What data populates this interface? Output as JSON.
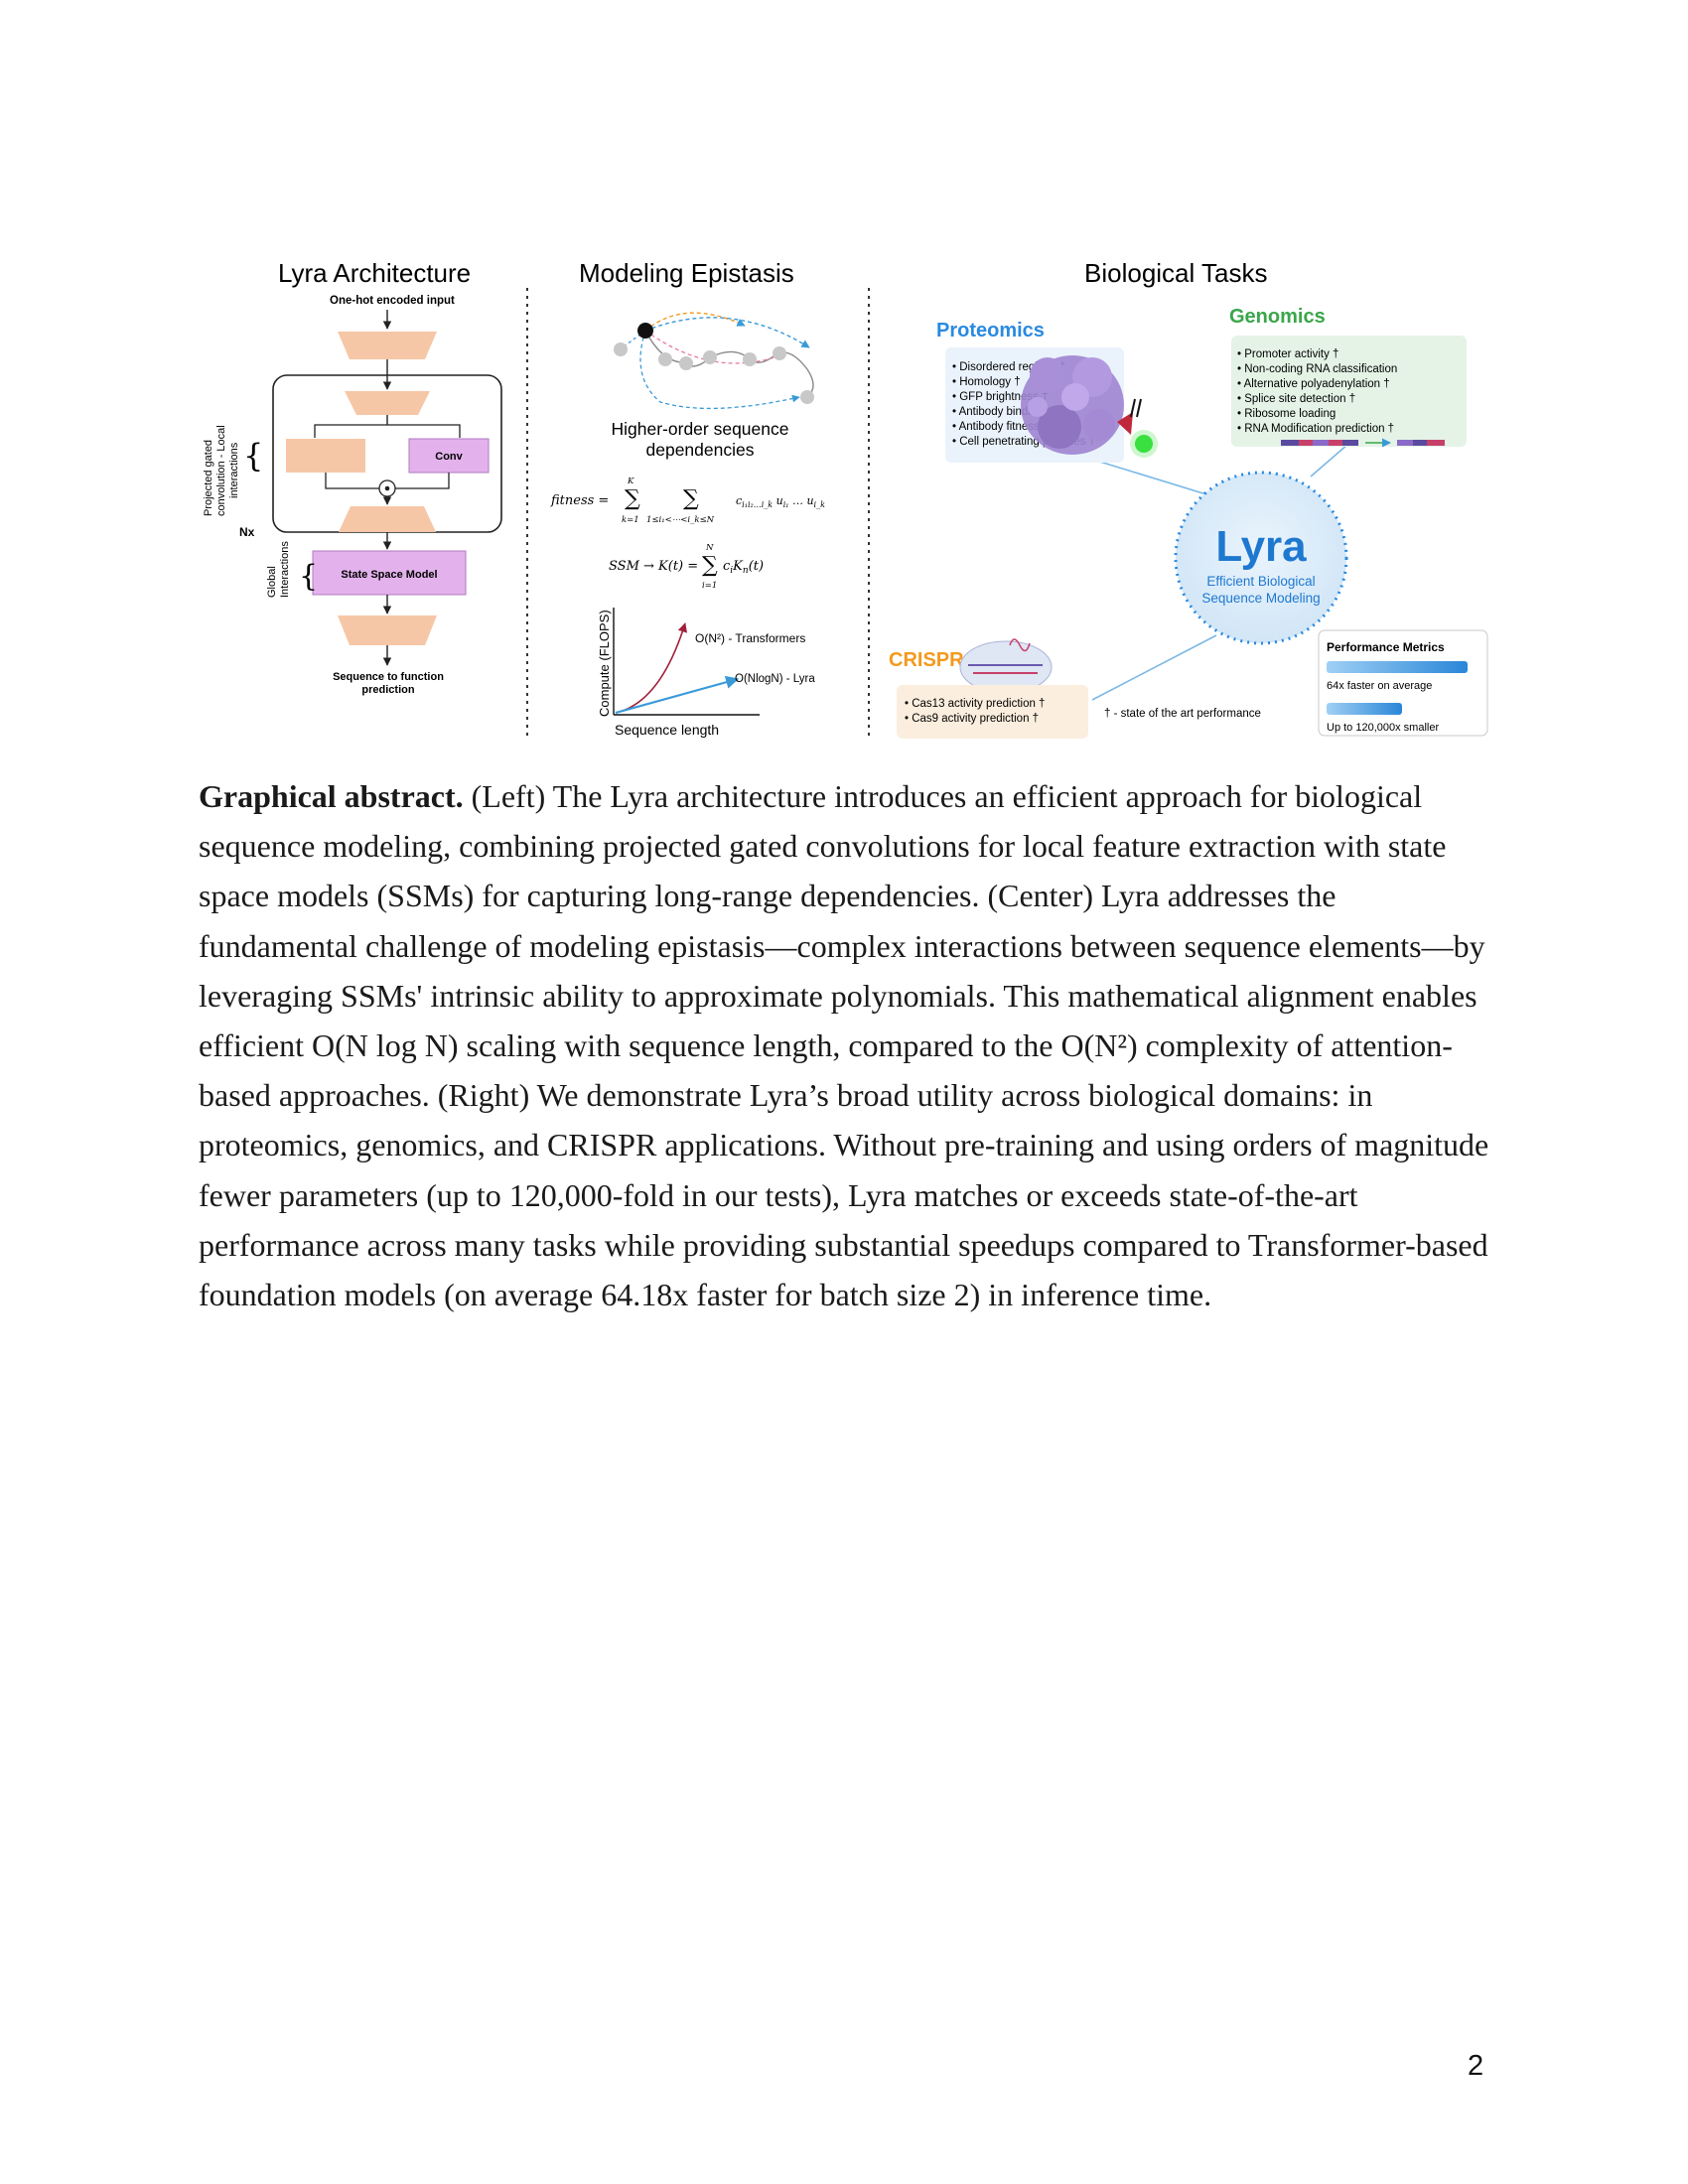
{
  "figure": {
    "architecture": {
      "title": "Lyra Architecture",
      "input": "One-hot encoded input",
      "conv": "Conv",
      "pgc_label_1": "Projected gated",
      "pgc_label_2": "convolution - Local",
      "pgc_label_3": "interactions",
      "nx": "Nx",
      "global_label_1": "Global",
      "global_label_2": "Interactions",
      "ssm": "State Space Model",
      "output_1": "Sequence to function",
      "output_2": "prediction"
    },
    "epistasis": {
      "title": "Modeling Epistasis",
      "hos_1": "Higher-order sequence",
      "hos_2": "dependencies",
      "eq_fitness": "fitness = Σ_{k=1}^{K} Σ_{1≤i₁<⋯<i_k≤N} c_{i₁i₂…i_k} u_{i₁} … u_{i_k}",
      "eq_ssm": "SSM → K(t) = Σ_{i=1}^{N} c_i K_n(t)",
      "y_axis": "Compute (FLOPS)",
      "x_axis": "Sequence length",
      "curve_transformers": "O(N²) - Transformers",
      "curve_lyra": "O(NlogN) - Lyra"
    },
    "tasks": {
      "title": "Biological Tasks",
      "proteomics": {
        "heading": "Proteomics",
        "items": [
          "• Disordered regions †",
          "• Homology †",
          "• GFP brightness †",
          "• Antibody binding",
          "• Antibody fitness †",
          "• Cell penetrating peptides †"
        ]
      },
      "genomics": {
        "heading": "Genomics",
        "items": [
          "• Promoter activity †",
          "• Non-coding RNA classification",
          "• Alternative polyadenylation †",
          "• Splice site detection †",
          "• Ribosome loading",
          "• RNA Modification prediction †"
        ]
      },
      "center": {
        "name": "Lyra",
        "sub_1": "Efficient Biological",
        "sub_2": "Sequence Modeling"
      },
      "crispr": {
        "heading": "CRISPR",
        "items": [
          "• Cas13 activity prediction †",
          "• Cas9 activity prediction †"
        ]
      },
      "sota_note": "† - state of the art performance",
      "metrics": {
        "heading": "Performance Metrics",
        "speed": "64x faster on average",
        "size": "Up to 120,000x smaller"
      },
      "colors": {
        "proteomics": "#2a8ae0",
        "genomics": "#3aa64a",
        "crispr": "#f39a1e",
        "lyra": "#1e78d0",
        "block_peach": "#f6c7a6",
        "block_purple": "#e3b2ec"
      }
    }
  },
  "caption": {
    "lead": "Graphical abstract.",
    "body": " (Left) The Lyra architecture introduces an efficient approach for biological sequence modeling, combining projected gated convolutions for local feature extraction with state space models (SSMs) for capturing long-range dependencies. (Center) Lyra addresses the fundamental challenge of modeling epistasis—complex interactions between sequence elements—by leveraging SSMs' intrinsic ability to approximate polynomials. This mathematical alignment enables efficient  O(N log N) scaling with sequence length, compared to the O(N²) complexity of attention-based approaches. (Right) We demonstrate Lyra’s broad utility across biological domains: in proteomics, genomics, and CRISPR applications. Without pre-training and using orders of magnitude fewer parameters (up to 120,000-fold in our tests), Lyra matches or exceeds state-of-the-art performance across many tasks while providing substantial speedups compared to Transformer-based foundation models (on average 64.18x faster for batch size 2) in inference time."
  },
  "page_number": "2"
}
